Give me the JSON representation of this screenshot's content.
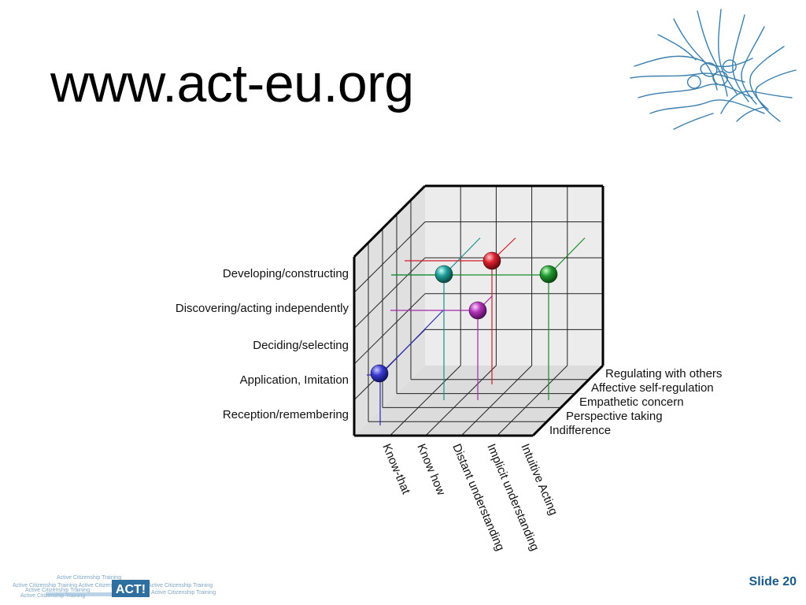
{
  "slide": {
    "title": "www.act-eu.org",
    "slide_number": "Slide 20"
  },
  "diagram": {
    "vertical_axis": [
      "Developing/constructing",
      "Discovering/acting independently",
      "Deciding/selecting",
      "Application, Imitation",
      "Reception/remembering"
    ],
    "depth_axis": [
      "Regulating with others",
      "Affective self-regulation",
      "Empathetic concern",
      "Perspective taking",
      "Indifference"
    ],
    "horizontal_axis": [
      "Know-that",
      "Know how",
      "Distant understanding",
      "Implicit understanding",
      "Intuitive Acting"
    ],
    "spheres": [
      {
        "name": "blue-sphere",
        "color": "#2a2ab8"
      },
      {
        "name": "teal-sphere",
        "color": "#1f8f8a"
      },
      {
        "name": "red-sphere",
        "color": "#d11a2a"
      },
      {
        "name": "purple-sphere",
        "color": "#a02aa8"
      },
      {
        "name": "green-sphere",
        "color": "#1a8a2a"
      }
    ]
  },
  "footer": {
    "logo_text": "ACT!",
    "logo_tagline": "Active Citizenship Training"
  }
}
